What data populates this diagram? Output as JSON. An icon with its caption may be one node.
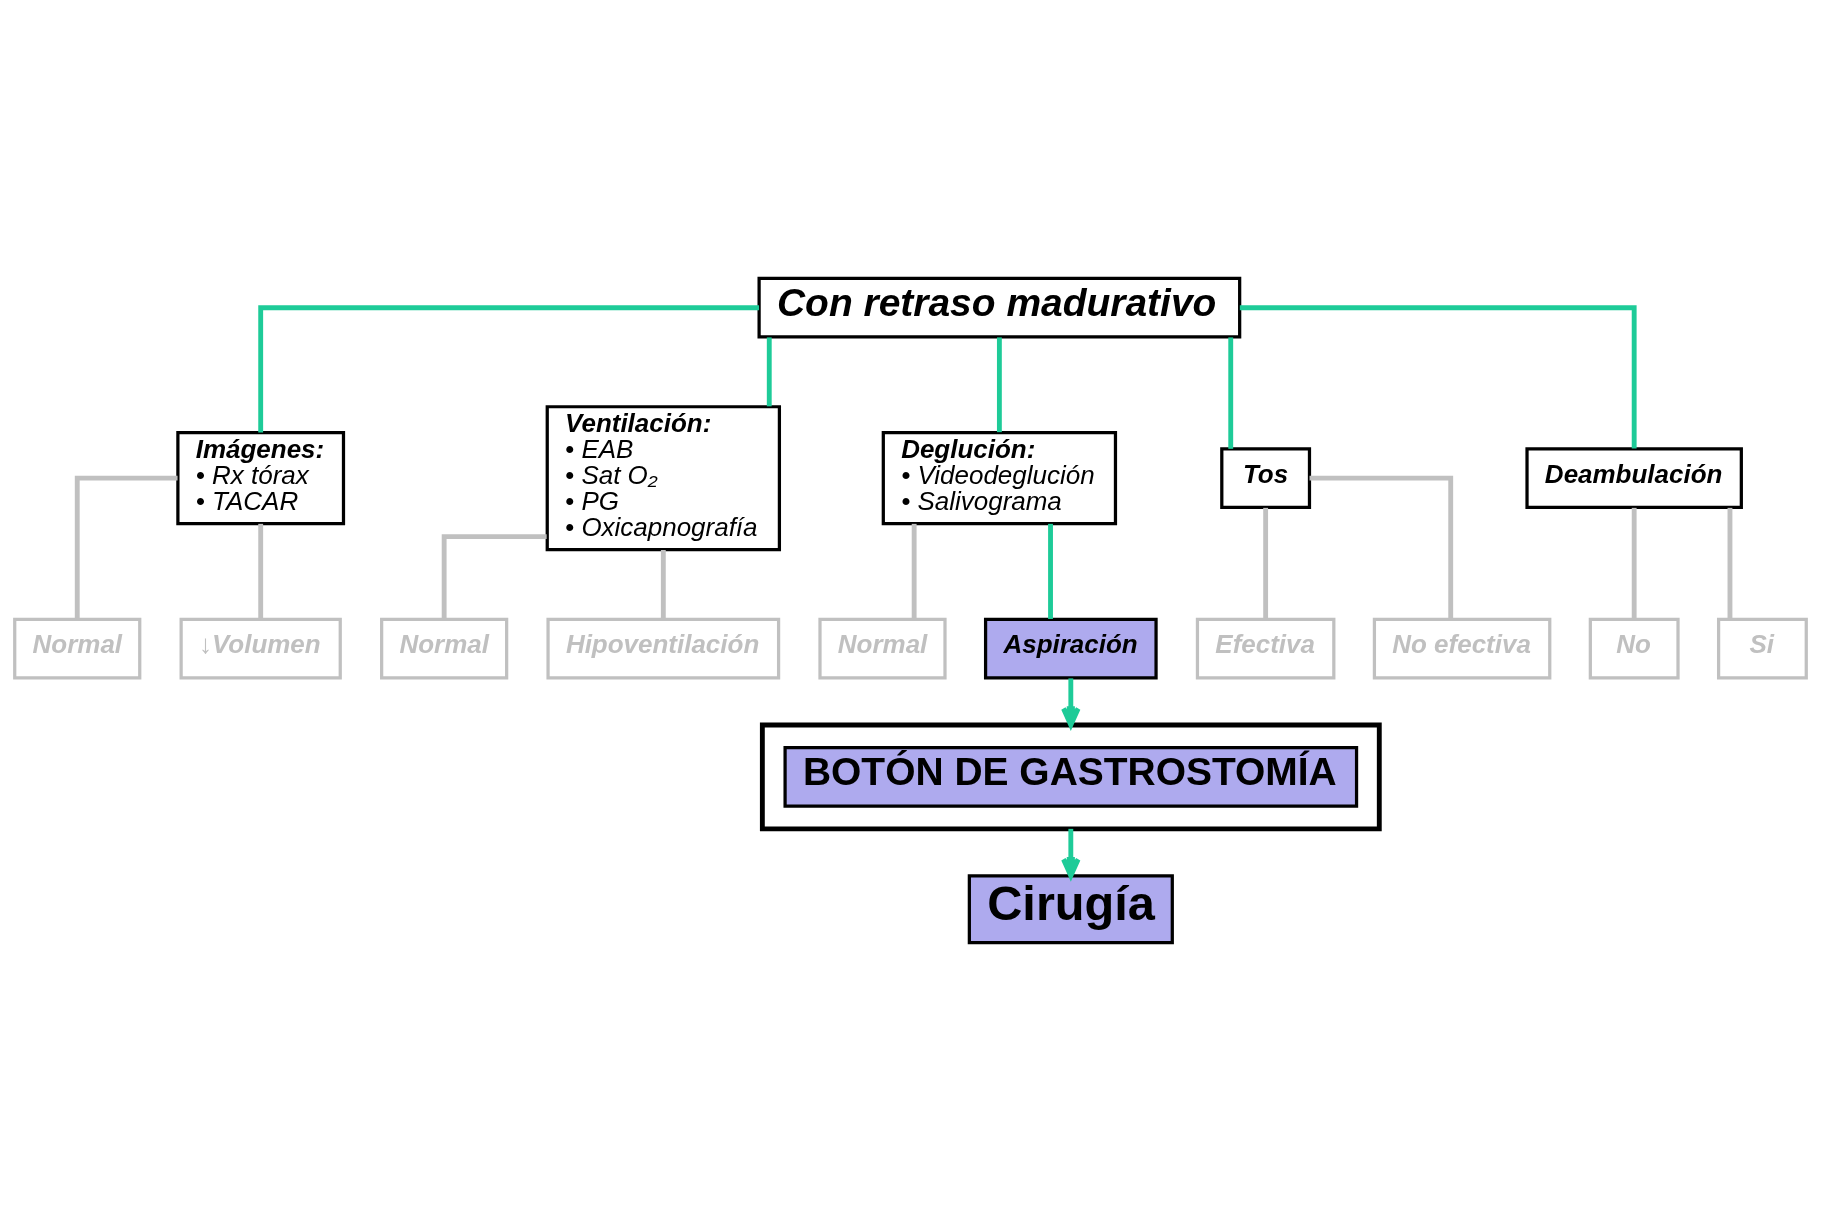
{
  "diagram": {
    "nodes": [
      {
        "text": [
          "Con retraso madurativo"
        ]
      },
      {
        "text": [
          "Imágenes:",
          "• Rx tórax",
          "• TACAR"
        ]
      },
      {
        "text": [
          "Ventilación:",
          "• EAB",
          "• Sat O₂",
          "• PG",
          "• Oxicapnografía"
        ]
      },
      {
        "text": [
          "Deglución:",
          "• Videodeglución",
          "• Salivograma"
        ]
      },
      {
        "text": [
          "Tos"
        ]
      },
      {
        "text": [
          "Deambulación"
        ]
      },
      {
        "text": [
          "Normal"
        ]
      },
      {
        "text": [
          "↓Volumen"
        ]
      },
      {
        "text": [
          "Normal"
        ]
      },
      {
        "text": [
          "Hipoventilación"
        ]
      },
      {
        "text": [
          "Normal"
        ]
      },
      {
        "text": [
          "Aspiración"
        ]
      },
      {
        "text": [
          "Efectiva"
        ]
      },
      {
        "text": [
          "No efectiva"
        ]
      },
      {
        "text": [
          "No"
        ]
      },
      {
        "text": [
          "Si"
        ]
      },
      {
        "text": [],
        "shape": "box"
      },
      {
        "text": [
          "BOTÓN DE GASTROSTOMÍA"
        ],
        "in": 16
      },
      {
        "text": [
          "Cirugía"
        ]
      }
    ],
    "edges": [
      {
        "from": 0,
        "to": 1,
        "arrow": "none",
        "color": "#1ecb98"
      },
      {
        "from": 0,
        "to": 2,
        "arrow": "none",
        "color": "#1ecb98"
      },
      {
        "from": 0,
        "to": 3,
        "arrow": "none",
        "color": "#1ecb98"
      },
      {
        "from": 0,
        "to": 4,
        "arrow": "none",
        "color": "#1ecb98"
      },
      {
        "from": 0,
        "to": 5,
        "arrow": "none",
        "color": "#1ecb98"
      },
      {
        "from": 1,
        "to": 6,
        "arrow": "none"
      },
      {
        "from": 1,
        "to": 7,
        "arrow": "none"
      },
      {
        "from": 2,
        "to": 8,
        "arrow": "none"
      },
      {
        "from": 2,
        "to": 9,
        "arrow": "none"
      },
      {
        "from": 3,
        "to": 10,
        "arrow": "none"
      },
      {
        "from": 3,
        "to": 11,
        "arrow": "none",
        "color": "#1ecb98"
      },
      {
        "from": 4,
        "to": 12,
        "arrow": "none"
      },
      {
        "from": 4,
        "to": 13,
        "arrow": "none"
      },
      {
        "from": 5,
        "to": 14,
        "arrow": "none"
      },
      {
        "from": 5,
        "to": 15,
        "arrow": "none"
      },
      {
        "from": 11,
        "to": 16,
        "arrow": "to",
        "color": "#1ecb98"
      },
      {
        "from": 16,
        "to": 18,
        "arrow": "to",
        "color": "#1ecb98"
      }
    ]
  }
}
